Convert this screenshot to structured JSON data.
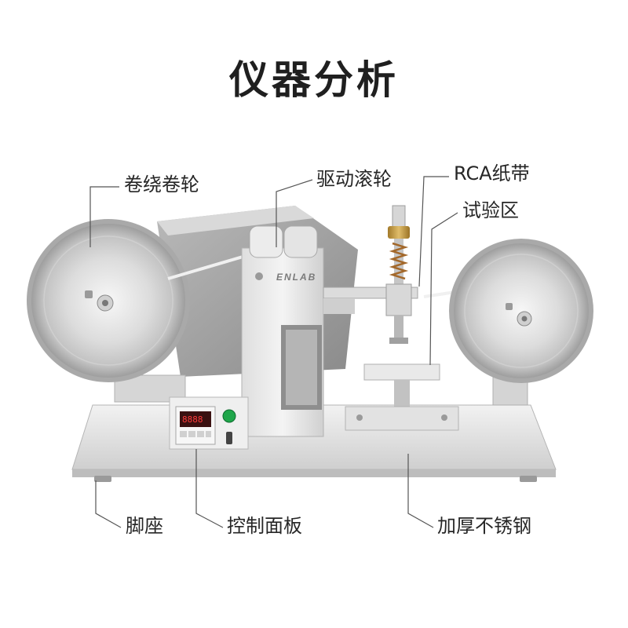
{
  "title": "仪器分析",
  "brand": "ENLAB",
  "labels": {
    "take_up_reel": "卷绕卷轮",
    "drive_roller": "驱动滚轮",
    "rca_tape": "RCA纸带",
    "test_area": "试验区",
    "foot": "脚座",
    "control_panel": "控制面板",
    "steel_base": "加厚不锈钢"
  },
  "panel": {
    "display": "8888"
  },
  "colors": {
    "line": "#555555",
    "metal_light": "#eeeeee",
    "metal_mid": "#c9c9c9",
    "metal_dark": "#8d8d8d",
    "brass": "#c9a24a",
    "led_green": "#1fa64a",
    "display_red": "#ff3b3b"
  }
}
